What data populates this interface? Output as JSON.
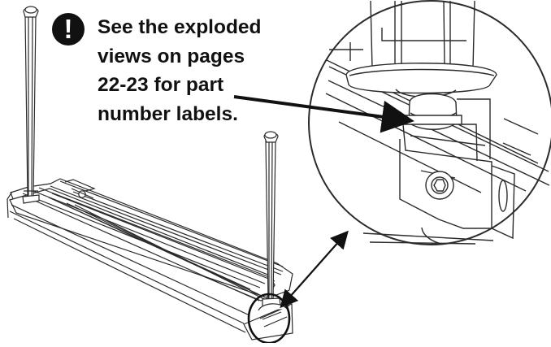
{
  "note": {
    "icon": "exclamation-icon",
    "lines": [
      "See the exploded",
      "views on pages",
      "22-23 for part",
      "number labels."
    ]
  }
}
